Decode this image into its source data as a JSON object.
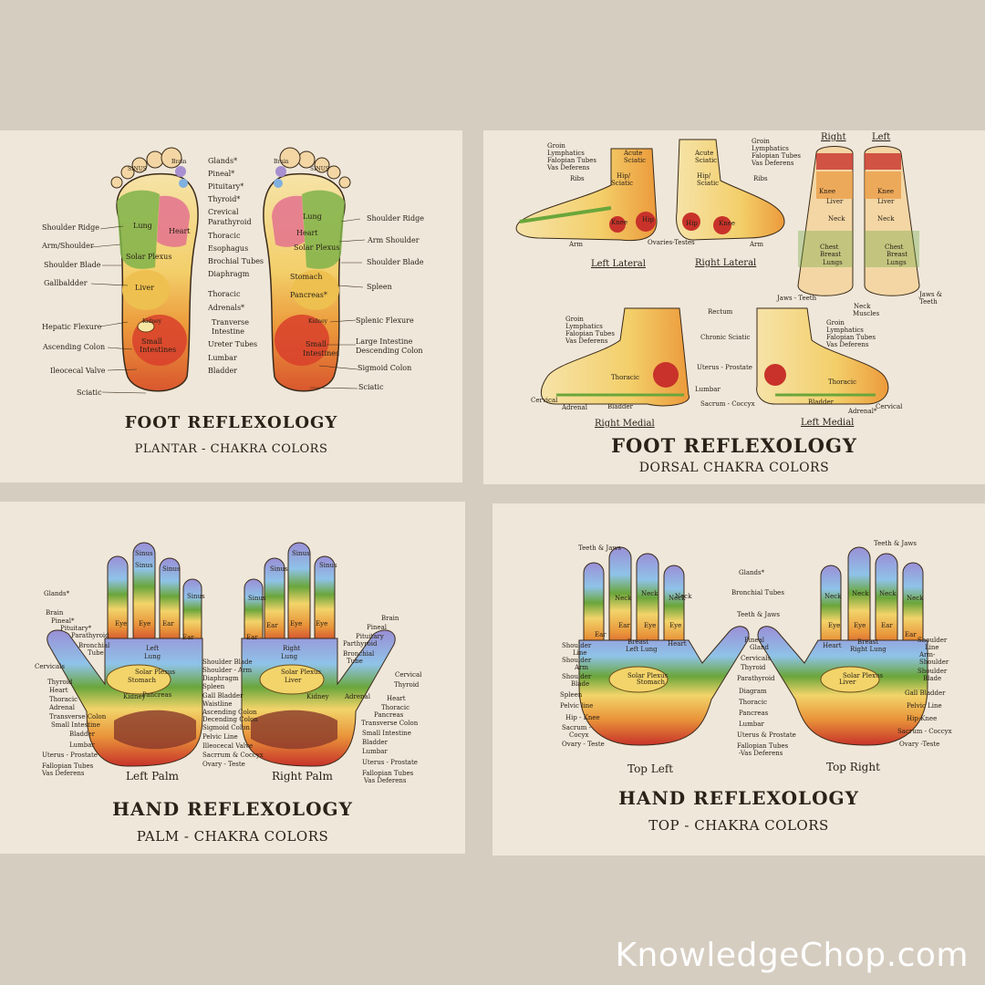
{
  "watermark": "KnowledgeChop.com",
  "panels": {
    "foot_plantar": {
      "title": "FOOT REFLEXOLOGY",
      "subtitle": "PLANTAR - CHAKRA COLORS",
      "center_labels": [
        "Glands*",
        "Pineal*",
        "Pituitary*",
        "Thyroid*",
        "Crevical",
        "Parathyroid",
        "Thoracic",
        "Esophagus",
        "Brochial Tubes",
        "Diaphragm",
        "Thoracic",
        "Adrenals*",
        "Tranverse",
        "Intestine",
        "Ureter Tubes",
        "Lumbar",
        "Bladder"
      ],
      "left_labels": [
        "Shoulder Ridge",
        "Arm/Shoulder",
        "Shoulder Blade",
        "Gallbaldder",
        "Hepatic Flexure",
        "Ascending Colon",
        "Ileocecal Valve",
        "Sciatic"
      ],
      "right_labels": [
        "Shoulder Ridge",
        "Arm Shoulder",
        "Shoulder Blade",
        "Spleen",
        "Splenic Flexure",
        "Large Intestine",
        "Descending Colon",
        "Sigmoid Colon",
        "Sciatic"
      ],
      "in_foot": [
        "Brain",
        "SINUS",
        "Lung",
        "Heart",
        "Solar Plexus",
        "Liver",
        "Kidney",
        "Small",
        "Intestines",
        "Brain",
        "SINUS",
        "Lung",
        "Heart",
        "Solar Plexus",
        "Stomach",
        "Pancreas*",
        "Kidney",
        "Small",
        "Intestines"
      ]
    },
    "foot_dorsal": {
      "title": "FOOT REFLEXOLOGY",
      "subtitle": "DORSAL CHAKRA COLORS",
      "captions": [
        "Left Lateral",
        "Right Lateral",
        "Right",
        "Left",
        "Right Medial",
        "Left Medial"
      ],
      "labels": [
        "Groin",
        "Lymphatics",
        "Falopian Tubes",
        "Vas Deferens",
        "Ribs",
        "Acute",
        "Sciatic",
        "Hip/",
        "Sciatic",
        "Knee",
        "Hip",
        "Arm",
        "Ovaries-Testes",
        "Acute",
        "Sciatic",
        "Hip/",
        "Sciatic",
        "Hip",
        "Knee",
        "Ribs",
        "Arm",
        "Groin",
        "Lymphatics",
        "Falopian Tubes",
        "Vas Deferens",
        "Knee",
        "Knee",
        "Liver",
        "Liver",
        "Neck",
        "Neck",
        "Chest",
        "Breast",
        "Lungs",
        "Chest",
        "Breast",
        "Lungs",
        "Jaws - Teeth",
        "Neck",
        "Muscles",
        "Jaws &",
        "Teeth",
        "Groin",
        "Lymphatics",
        "Falopian Tubes",
        "Vas Deferens",
        "Rectum",
        "Chronic Sciatic",
        "Uterus - Prostate",
        "Lumbar",
        "Sacrum - Coccyx",
        "Thoracic",
        "Cervical",
        "Adrenal",
        "Bladder",
        "Groin",
        "Lymphatics",
        "Falopian Tubes",
        "Vas Deferens",
        "Thoracic",
        "Bladder",
        "Adrenal*",
        "Cervical"
      ]
    },
    "hand_palm": {
      "title": "HAND REFLEXOLOGY",
      "subtitle": "PALM - CHAKRA COLORS",
      "captions": [
        "Left Palm",
        "Right Palm"
      ],
      "left_labels": [
        "Glands*",
        "Brain",
        "Pineal*",
        "Pituitary*",
        "Parathyroid",
        "Bronchial",
        "Tube",
        "Cervicals",
        "Thyroid",
        "Heart",
        "Thoracic",
        "Adrenal",
        "Transverse Colon",
        "Small Intestine",
        "Bladder",
        "Lumbar",
        "Uterus - Prostate",
        "Fallopian Tubes",
        "Vas Deferens"
      ],
      "center_labels": [
        "Shoulder Blade",
        "Shoulder - Arm",
        "Diaphragm",
        "Spleen",
        "Gall Bladder",
        "Waistline",
        "Ascending Colon",
        "Decending Colon",
        "Sigmoid Colon",
        "Pelvic Line",
        "Illeocecal Valve",
        "Sacrrum & Coccyx",
        "Ovary - Teste"
      ],
      "right_labels": [
        "Brain",
        "Pineal",
        "Pituitary",
        "Parthyroid",
        "Bronchial",
        "Tube",
        "Cervical",
        "Thyroid",
        "Heart",
        "Thoracic",
        "Pancreas",
        "Transverse Colon",
        "Small Intestine",
        "Bladder",
        "Lumbar",
        "Uterus - Prostate",
        "Fallopian Tubes",
        "Vas Deferens"
      ],
      "in_hand": [
        "Sinus",
        "Sinus",
        "Sinus",
        "Sinus",
        "Eye",
        "Eye",
        "Ear",
        "Ear",
        "Left",
        "Lung",
        "Solar Plexus",
        "Stomach",
        "Kidney",
        "Pancreas",
        "Sinus",
        "Sinus",
        "Sinus",
        "Sinus",
        "Ear",
        "Ear",
        "Eye",
        "Eye",
        "Right",
        "Lung",
        "Solar Plexus",
        "Liver",
        "Kidney",
        "Adrenal"
      ]
    },
    "hand_top": {
      "title": "HAND REFLEXOLOGY",
      "subtitle": "TOP - CHAKRA COLORS",
      "captions": [
        "Top Left",
        "Top Right"
      ],
      "left_labels": [
        "Teeth & Jaws",
        "Shoulder",
        "Line",
        "Shoulder",
        "Arm",
        "Shoulder",
        "Blade",
        "Spleen",
        "Pelvic line",
        "Hip - Knee",
        "Sacrum -",
        "Cocyx",
        "Ovary - Teste"
      ],
      "center_labels": [
        "Glands*",
        "Bronchial Tubes",
        "Teeth & Jaws",
        "Pineal",
        "Gland",
        "Cervicals",
        "Thyroid",
        "Parathyroid",
        "Diagram",
        "Thoracic",
        "Pancreas",
        "Lumbar",
        "Uterus & Prostate",
        "Fallopian Tubes",
        "-Vas Deferens"
      ],
      "right_labels": [
        "Teeth & Jaws",
        "Shoulder",
        "Line",
        "Arm-",
        "Shoulder",
        "Shoulder",
        "Blade",
        "Gall Bladder",
        "Pelvic Line",
        "Hip-Knee",
        "Sacrum - Coccyx",
        "Ovary -Teste"
      ],
      "in_hand": [
        "Neck",
        "Neck",
        "Neck",
        "Neck",
        "Ear",
        "Ear",
        "Eye",
        "Eye",
        "Breast",
        "Left Lung",
        "Heart",
        "Solar Plexus",
        "Stomach",
        "Neck",
        "Neck",
        "Neck",
        "Neck",
        "Eye",
        "Eye",
        "Ear",
        "Ear",
        "Heart",
        "Breast",
        "Right Lung",
        "Solar Plexus",
        "Liver"
      ]
    }
  },
  "colors": {
    "background": "#d6cdc1",
    "panel": "#efe7d9",
    "violet": "#8d7fc6",
    "indigo": "#4f4fa8",
    "blue": "#7cb3dc",
    "green": "#6aa63b",
    "yellow": "#f2d46a",
    "orange": "#e9953a",
    "red": "#c8322a",
    "skin": "#f3d6a4"
  }
}
